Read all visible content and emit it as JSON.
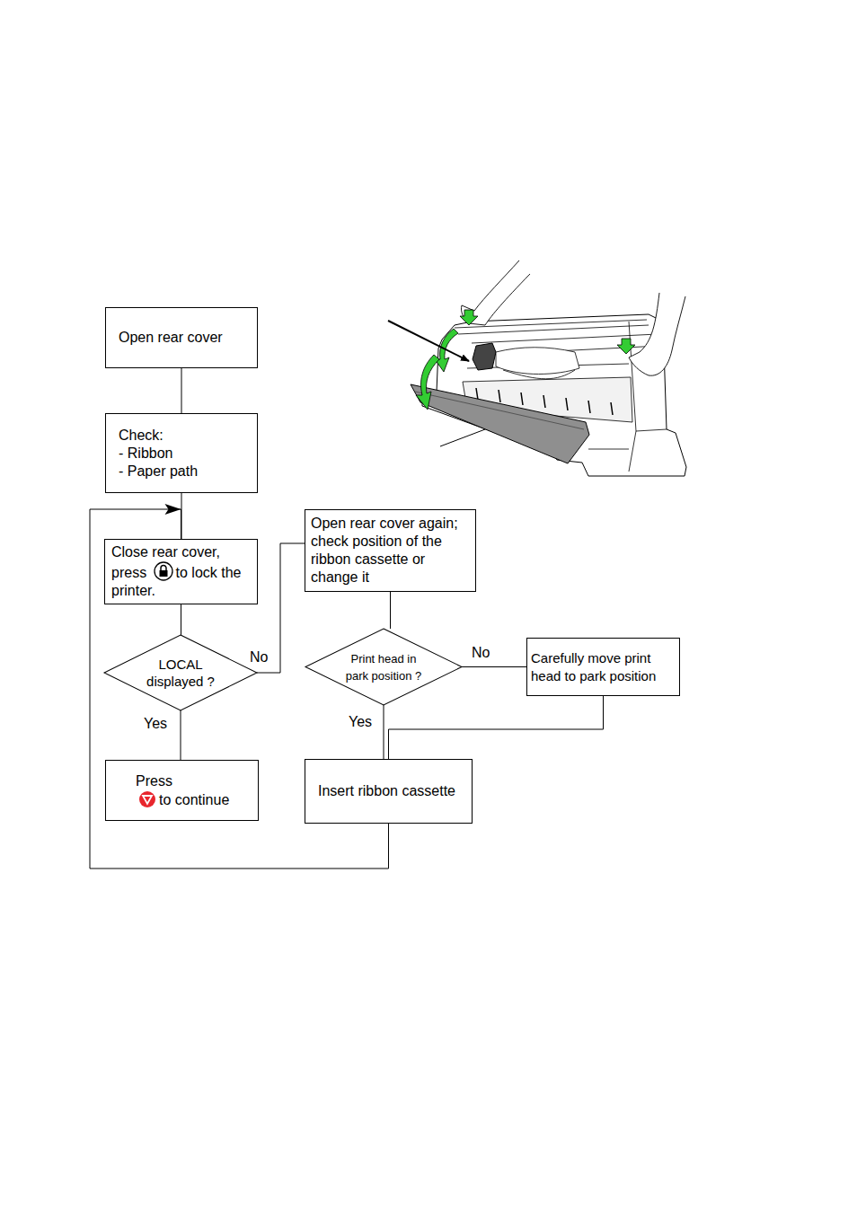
{
  "diagram": {
    "nodes": [
      {
        "text": [
          "Open rear cover"
        ]
      },
      {
        "text": [
          "Check:",
          "- Ribbon",
          "- Paper path"
        ]
      },
      {
        "text": [
          "Close rear cover, press",
          "to lock the printer."
        ]
      },
      {
        "text": [
          "LOCAL displayed ?"
        ]
      },
      {
        "text": [
          "Press",
          "to continue"
        ]
      },
      {
        "text": [
          "Open rear cover again; check position of the ribbon cassette or change it"
        ]
      },
      {
        "text": [
          "Print head in park position ?"
        ]
      },
      {
        "text": [
          "Carefully move print head to park position"
        ]
      },
      {
        "text": [
          "Insert ribbon cassette"
        ]
      }
    ],
    "edges": [
      {
        "from": 0,
        "to": 1,
        "arrow": "none"
      },
      {
        "from": 1,
        "to": 2,
        "arrow": "none"
      },
      {
        "from": 2,
        "to": 3,
        "arrow": "none"
      },
      {
        "from": 3,
        "to": 4,
        "label": "Yes",
        "arrow": "none"
      },
      {
        "from": 3,
        "to": 5,
        "label": "No",
        "arrow": "none"
      },
      {
        "from": 5,
        "to": 6,
        "arrow": "none"
      },
      {
        "from": 6,
        "to": 7,
        "label": "No",
        "arrow": "none"
      },
      {
        "from": 6,
        "to": 8,
        "label": "Yes",
        "arrow": "none"
      },
      {
        "from": 7,
        "to": 8,
        "arrow": "none"
      },
      {
        "from": 8,
        "to": 2,
        "arrow": "to"
      }
    ]
  }
}
